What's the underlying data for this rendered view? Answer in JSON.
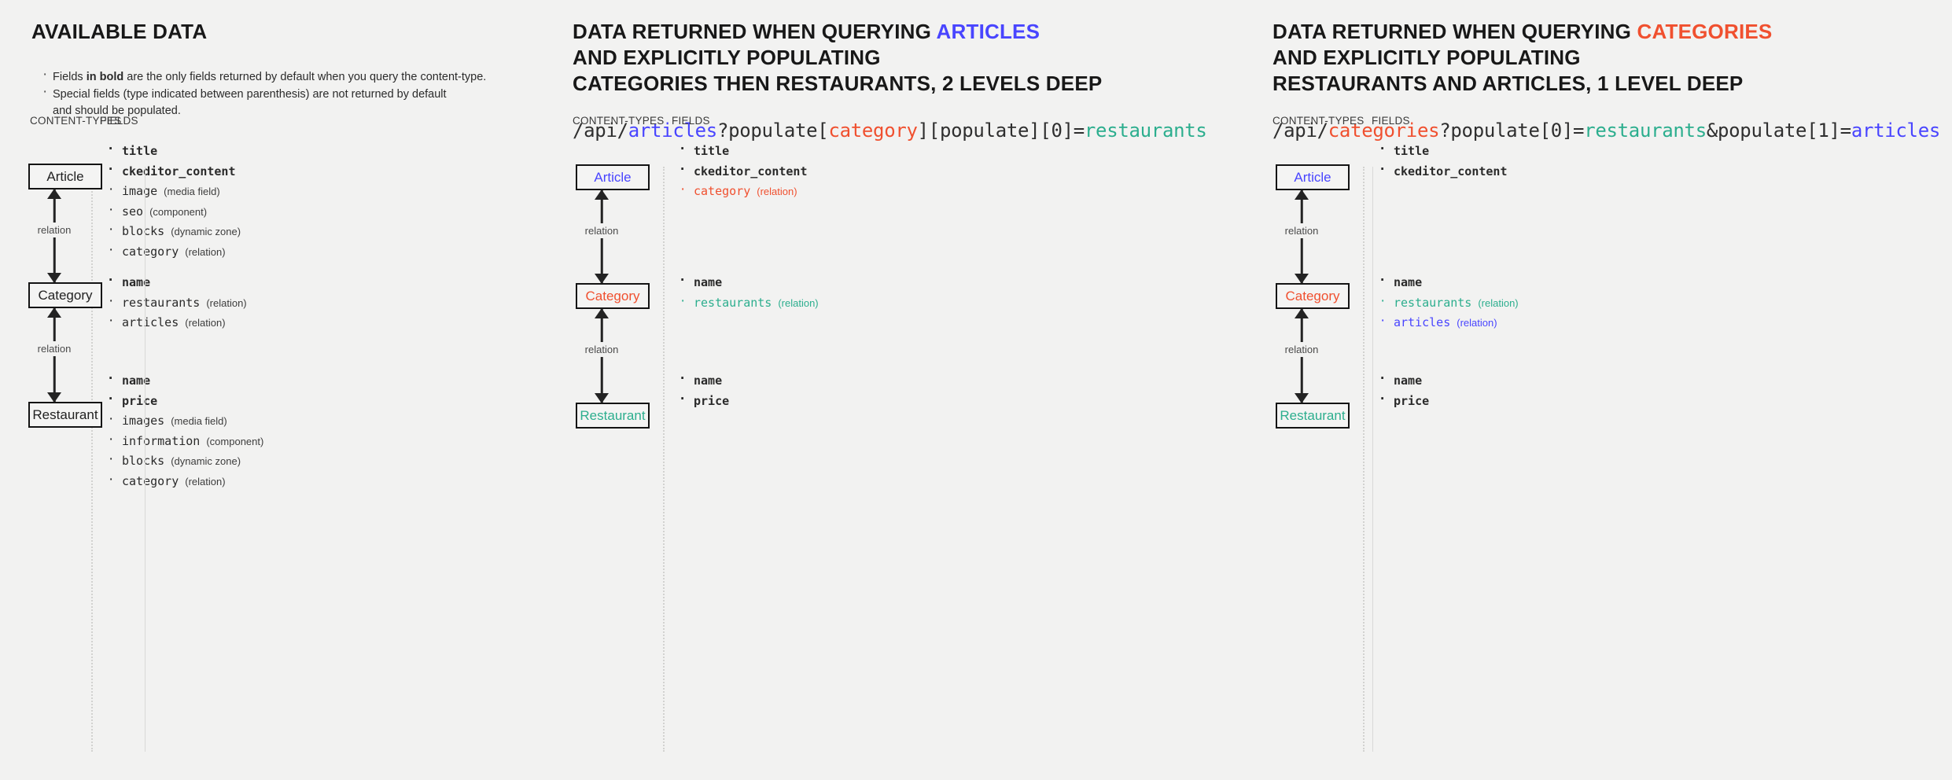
{
  "colors": {
    "background": "#f2f2f1",
    "blue": "#4945ff",
    "red": "#f0502f",
    "green": "#2cae8e",
    "ink": "#1d1d1d"
  },
  "captions": {
    "content_types": "CONTENT-TYPES",
    "fields": "FIELDS"
  },
  "panels": [
    {
      "id": "available-data",
      "heading": {
        "lines": [
          "AVAILABLE DATA"
        ]
      },
      "notes": [
        {
          "parts": [
            {
              "t": "Fields ",
              "b": false
            },
            {
              "t": "in bold",
              "b": true
            },
            {
              "t": " are the only fields returned by default when you query the content-type.",
              "b": false
            }
          ]
        },
        {
          "parts": [
            {
              "t": "Special fields (type indicated between parenthesis) are not returned by default",
              "b": false
            }
          ],
          "continuation": "and should be populated."
        }
      ],
      "url": null,
      "nodes": [
        {
          "label": "Article",
          "color": "default"
        },
        {
          "label": "Category",
          "color": "default"
        },
        {
          "label": "Restaurant",
          "color": "default"
        }
      ],
      "relations": [
        {
          "label": "relation"
        },
        {
          "label": "relation"
        }
      ],
      "groups": [
        {
          "for": "Article",
          "fields": [
            {
              "name": "title",
              "kind": "",
              "bold": true,
              "color": "default"
            },
            {
              "name": "ckeditor_content",
              "kind": "",
              "bold": true,
              "color": "default"
            },
            {
              "name": "image",
              "kind": "(media field)",
              "bold": false,
              "color": "default"
            },
            {
              "name": "seo",
              "kind": "(component)",
              "bold": false,
              "color": "default"
            },
            {
              "name": "blocks",
              "kind": "(dynamic zone)",
              "bold": false,
              "color": "default"
            },
            {
              "name": "category",
              "kind": "(relation)",
              "bold": false,
              "color": "default"
            }
          ]
        },
        {
          "for": "Category",
          "fields": [
            {
              "name": "name",
              "kind": "",
              "bold": true,
              "color": "default"
            },
            {
              "name": "restaurants",
              "kind": "(relation)",
              "bold": false,
              "color": "default"
            },
            {
              "name": "articles",
              "kind": "(relation)",
              "bold": false,
              "color": "default"
            }
          ]
        },
        {
          "for": "Restaurant",
          "fields": [
            {
              "name": "name",
              "kind": "",
              "bold": true,
              "color": "default"
            },
            {
              "name": "price",
              "kind": "",
              "bold": true,
              "color": "default"
            },
            {
              "name": "images",
              "kind": "(media field)",
              "bold": false,
              "color": "default"
            },
            {
              "name": "information",
              "kind": "(component)",
              "bold": false,
              "color": "default"
            },
            {
              "name": "blocks",
              "kind": "(dynamic zone)",
              "bold": false,
              "color": "default"
            },
            {
              "name": "category",
              "kind": "(relation)",
              "bold": false,
              "color": "default"
            }
          ]
        }
      ]
    },
    {
      "id": "query-articles",
      "heading": {
        "line1_pre": "DATA RETURNED WHEN QUERYING ",
        "line1_hl": "ARTICLES",
        "line1_hl_color": "blue",
        "line2": "AND EXPLICITLY POPULATING",
        "line3": "CATEGORIES THEN RESTAURANTS, 2 LEVELS DEEP"
      },
      "url": {
        "segments": [
          {
            "t": "/api/",
            "c": "plain"
          },
          {
            "t": "articles",
            "c": "blue"
          },
          {
            "t": "?populate[",
            "c": "plain"
          },
          {
            "t": "category",
            "c": "red"
          },
          {
            "t": "][populate][0]=",
            "c": "plain"
          },
          {
            "t": "restaurants",
            "c": "green"
          }
        ]
      },
      "nodes": [
        {
          "label": "Article",
          "color": "blue"
        },
        {
          "label": "Category",
          "color": "red"
        },
        {
          "label": "Restaurant",
          "color": "green"
        }
      ],
      "relations": [
        {
          "label": "relation"
        },
        {
          "label": "relation"
        }
      ],
      "groups": [
        {
          "for": "Article",
          "fields": [
            {
              "name": "title",
              "kind": "",
              "bold": true,
              "color": "default"
            },
            {
              "name": "ckeditor_content",
              "kind": "",
              "bold": true,
              "color": "default"
            },
            {
              "name": "category",
              "kind": "(relation)",
              "bold": false,
              "color": "red"
            }
          ]
        },
        {
          "for": "Category",
          "fields": [
            {
              "name": "name",
              "kind": "",
              "bold": true,
              "color": "default"
            },
            {
              "name": "restaurants",
              "kind": "(relation)",
              "bold": false,
              "color": "green"
            }
          ]
        },
        {
          "for": "Restaurant",
          "fields": [
            {
              "name": "name",
              "kind": "",
              "bold": true,
              "color": "default"
            },
            {
              "name": "price",
              "kind": "",
              "bold": true,
              "color": "default"
            }
          ]
        }
      ]
    },
    {
      "id": "query-categories",
      "heading": {
        "line1_pre": "DATA RETURNED WHEN QUERYING ",
        "line1_hl": "CATEGORIES",
        "line1_hl_color": "red",
        "line2": "AND EXPLICITLY POPULATING",
        "line3": "RESTAURANTS AND ARTICLES, 1 LEVEL DEEP"
      },
      "url": {
        "segments": [
          {
            "t": "/api/",
            "c": "plain"
          },
          {
            "t": "categories",
            "c": "red"
          },
          {
            "t": "?populate[0]=",
            "c": "plain"
          },
          {
            "t": "restaurants",
            "c": "green"
          },
          {
            "t": "&populate[1]=",
            "c": "plain"
          },
          {
            "t": "articles",
            "c": "blue"
          }
        ]
      },
      "nodes": [
        {
          "label": "Article",
          "color": "blue"
        },
        {
          "label": "Category",
          "color": "red"
        },
        {
          "label": "Restaurant",
          "color": "green"
        }
      ],
      "relations": [
        {
          "label": "relation"
        },
        {
          "label": "relation"
        }
      ],
      "groups": [
        {
          "for": "Article",
          "fields": [
            {
              "name": "title",
              "kind": "",
              "bold": true,
              "color": "default"
            },
            {
              "name": "ckeditor_content",
              "kind": "",
              "bold": true,
              "color": "default"
            }
          ]
        },
        {
          "for": "Category",
          "fields": [
            {
              "name": "name",
              "kind": "",
              "bold": true,
              "color": "default"
            },
            {
              "name": "restaurants",
              "kind": "(relation)",
              "bold": false,
              "color": "green"
            },
            {
              "name": "articles",
              "kind": "(relation)",
              "bold": false,
              "color": "blue"
            }
          ]
        },
        {
          "for": "Restaurant",
          "fields": [
            {
              "name": "name",
              "kind": "",
              "bold": true,
              "color": "default"
            },
            {
              "name": "price",
              "kind": "",
              "bold": true,
              "color": "default"
            }
          ]
        }
      ]
    }
  ]
}
